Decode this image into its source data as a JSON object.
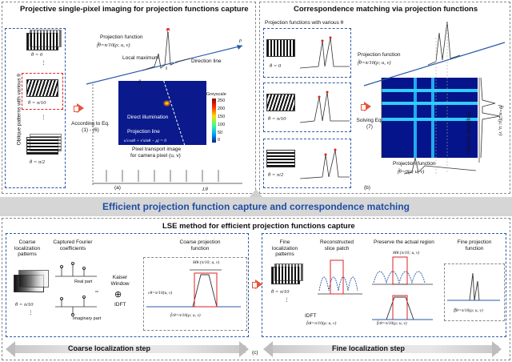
{
  "panel_a": {
    "title": "Projective single-pixel imaging for projection functions capture",
    "side_label": "Oblique patterns with various θ",
    "theta_0": "θ = 0",
    "theta_pi10": "θ = π/10",
    "theta_pi2": "θ = π/2",
    "according_to": "According to Eq. (1) - (6)",
    "projection_function": "Projection function",
    "pf_formula": "f̄θ=π/10(ρ; u, v)",
    "local_maximum": "Local maximum",
    "direction_line": "Direction line",
    "rho": "ρ",
    "theta_axis": "θ",
    "greyscale": "Greyscale",
    "colorbar_ticks": [
      "250",
      "200",
      "150",
      "100",
      "50",
      "0"
    ],
    "direct_illumination": "Direct illumination",
    "projection_line": "Projection line",
    "line_equation": "u'cosθ + v'sinθ − ρj = 0",
    "pixel_transport_line1": "Pixel transport image",
    "pixel_transport_line2": "for camera pixel (u, v)",
    "l_theta": "Lθ",
    "label": "(a)"
  },
  "panel_b": {
    "title": "Correspondence matching via projection functions",
    "with_various": "Projection functions with various θ",
    "theta_0": "θ = 0",
    "theta_pi10": "θ = π/10",
    "theta_pi2": "θ = π/2",
    "solving": "Solving Eq. (7)",
    "projection_function_top": "Projection function",
    "pf_top_formula": "f̄θ=π/10(ρ; u, v)",
    "projection_function_bottom": "Projection function",
    "pf_bottom_formula": "f̄θ=0(ρ; u, v)",
    "projection_function_right": "Projection function",
    "pf_right_formula": "f̄θ=π/2(ρ; u, v)",
    "label": "(b)"
  },
  "banner": {
    "text": "Efficient projection function capture and correspondence matching"
  },
  "panel_c": {
    "title": "LSE method for efficient projection functions capture",
    "coarse_patterns": "Coarse localization patterns",
    "captured_fourier": "Captured Fourier coefficients",
    "real_part": "Real part",
    "imaginary_part": "Imaginary part",
    "kaiser_window": "Kaiser Window",
    "plus": "⊕",
    "idft": "IDFT",
    "coarse_pf": "Coarse projection function",
    "coarse_m": "Mθ (π/10; u, v)",
    "coarse_c": "cθ=π/10(u, v)",
    "coarse_f": "f̄cθ=π/10(ρ; u, v)",
    "theta_pi10": "θ = π/10",
    "fine_patterns": "Fine localization patterns",
    "reconstructed_slice": "Reconstructed slice patch",
    "preserve_region": "Preserve the actual region",
    "fine_pf": "Fine projection function",
    "fine_m": "Mθ (π/10; u, v)",
    "fine_fs": "f̄sθ=π/10(ρ; u, v)",
    "fine_fc": "f̄cθ=π/10(ρ; u, v)",
    "fine_ff": "f̄fθ=π/10(ρ; u, v)",
    "fine_idft": "IDFT",
    "coarse_step": "Coarse localization step",
    "fine_step": "Fine localization step",
    "label": "(c)"
  }
}
